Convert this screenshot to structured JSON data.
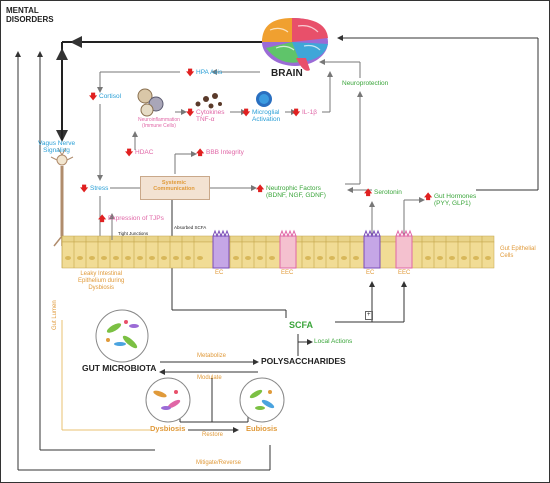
{
  "labels": {
    "mental_disorders": "MENTAL\nDISORDERS",
    "brain": "BRAIN",
    "hpa_axis": "HPA Axis",
    "cortisol": "Cortisol",
    "neuroinflammation": "Neuroinflammation\n(Immune Cells)",
    "cytokines": "Cytokines\nTNF-α",
    "microglial": "Microglial\nActivation",
    "il1b": "IL-1β",
    "neuroprotection": "Neuroprotection",
    "vagus": "Vagus Nerve\nSignaling",
    "hdac": "HDAC",
    "bbb": "BBB Integrity",
    "stress": "Stress",
    "systemic": "Systemic\nCommunication",
    "neurotrophic": "Neutrophic Factors\n(BDNF, NGF, GDNF)",
    "serotonin": "Serotonin",
    "gut_hormones": "Gut Hormones\n(PYY, GLP1)",
    "expression_tjps": "Expression of TJPs",
    "tight_junctions": "Tight Junctions",
    "absorbed_scfa": "Absorbed SCFA",
    "gut_epithelial": "Gut Epithelial\nCells",
    "leaky": "Leaky Intestinal\nEpithelium during\nDysbiosis",
    "ec1": "EC",
    "eec1": "EEC",
    "ec2": "EC",
    "eec2": "EEC",
    "gut_lumen": "Gut Lumen",
    "scfa": "SCFA",
    "plus": "+",
    "local_actions": "Local Actions",
    "gut_microbiota": "GUT MICROBIOTA",
    "metabolize": "Metabolize",
    "polysaccharides": "POLYSACCHARIDES",
    "modulate": "Modulate",
    "dysbiosis": "Dysbiosis",
    "restore": "Restore",
    "eubiosis": "Eubiosis",
    "mitigate": "Mitigate/Reverse"
  },
  "colors": {
    "cyan": "#2a9fd6",
    "pink": "#e066a6",
    "green": "#3aa53a",
    "orange": "#e09a3a",
    "red": "#e02020",
    "epithelium": "#f1dc95"
  },
  "arrows": {
    "up": "🡅",
    "down": "🡇"
  }
}
